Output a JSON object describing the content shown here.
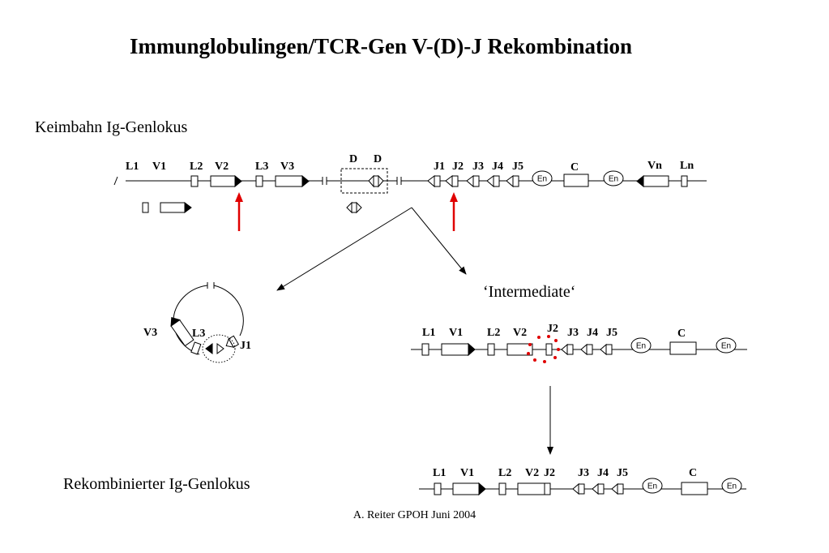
{
  "title": "Immunglobulingen/TCR-Gen V-(D)-J Rekombination",
  "germline": {
    "title": "Keimbahn Ig-Genlokus",
    "labels": [
      "L1",
      "V1",
      "L2",
      "V2",
      "L3",
      "V3",
      "D",
      "D",
      "J1",
      "J2",
      "J3",
      "J4",
      "J5",
      "C",
      "Vn",
      "Ln"
    ],
    "enhancer": "En"
  },
  "intermediate": {
    "title": "‘Intermediate‘",
    "labels": [
      "L1",
      "V1",
      "L2",
      "V2",
      "J2",
      "J3",
      "J4",
      "J5",
      "C"
    ],
    "enhancer": "En"
  },
  "circle": {
    "labels": [
      "V3",
      "L3",
      "J1"
    ]
  },
  "recombined": {
    "title": "Rekombinierter Ig-Genlokus",
    "labels": [
      "L1",
      "V1",
      "L2",
      "V2",
      "J2",
      "J3",
      "J4",
      "J5",
      "C"
    ],
    "enhancer": "En"
  },
  "footer": "A. Reiter GPOH Juni 2004",
  "colors": {
    "arrow_red": "#e00000",
    "dot_red": "#e00000",
    "line": "#000000"
  }
}
